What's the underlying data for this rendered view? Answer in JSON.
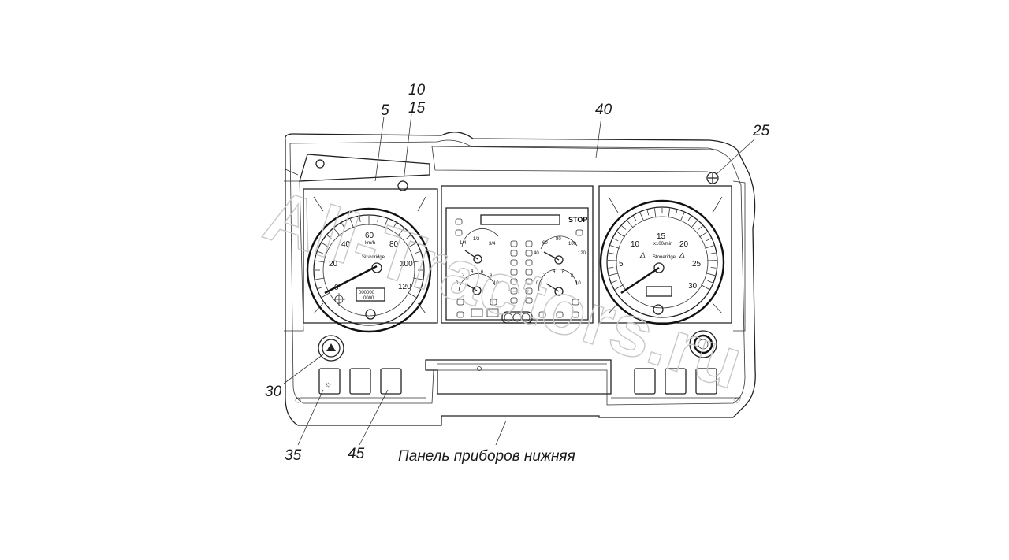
{
  "callouts": {
    "c5": "5",
    "c10": "10",
    "c15": "15",
    "c25": "25",
    "c30": "30",
    "c35": "35",
    "c40": "40",
    "c45": "45"
  },
  "caption": "Панель приборов нижняя",
  "watermark": "All-Tractors.ru",
  "center_panel": {
    "stop_label": "STOP"
  },
  "speedometer": {
    "ticks": [
      "0",
      "20",
      "40",
      "60",
      "80",
      "100",
      "120"
    ],
    "unit": "km/h",
    "brand": "Stoneridge",
    "odometer": "000000",
    "trip": "0000"
  },
  "tachometer": {
    "ticks": [
      "5",
      "10",
      "15",
      "20",
      "25",
      "30"
    ],
    "unit": "x100/min",
    "brand": "Stoneridge"
  },
  "small_gauges": {
    "fuel_marks": [
      "1/4",
      "1/2",
      "3/4"
    ],
    "temp_marks": [
      "60",
      "80",
      "100",
      "120",
      "40"
    ],
    "pressure_marks": [
      "0",
      "2",
      "4",
      "6",
      "8",
      "10"
    ],
    "air_marks": [
      "0",
      "2",
      "4",
      "6",
      "8",
      "10"
    ]
  },
  "colors": {
    "line": "#222222",
    "watermark": "#c8c8c8"
  }
}
